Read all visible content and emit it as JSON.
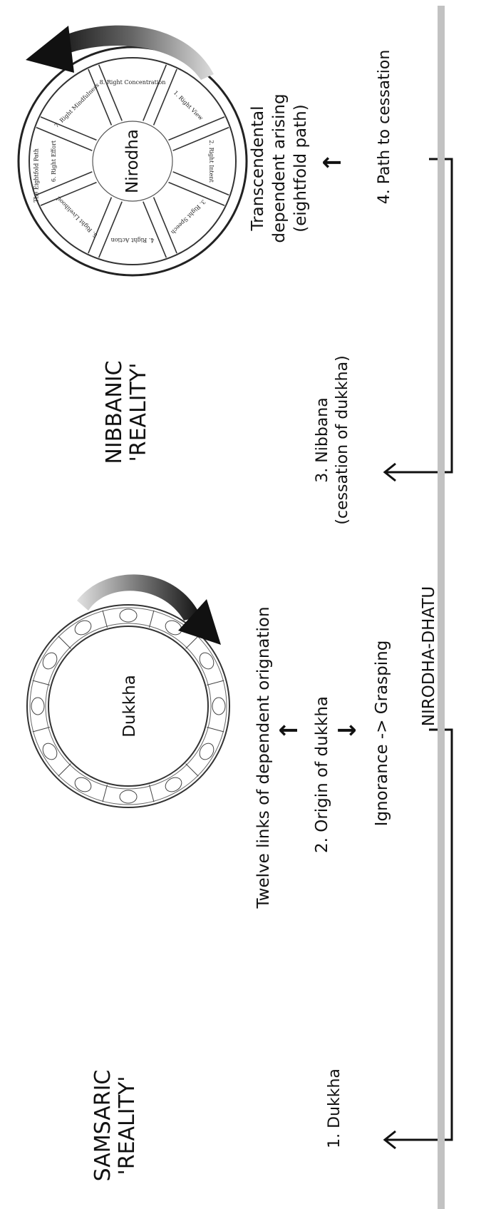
{
  "samsara": {
    "title_line1": "SAMSARIC",
    "title_line2": "'REALITY'",
    "wheel_label": "Dukkha",
    "twelve_links": "Twelve links of dependent orignation",
    "origin": "2. Origin of dukkha",
    "grasping": "Ignorance -> Grasping",
    "dukkha_item": "1. Dukkha"
  },
  "nibbana": {
    "title_line1": "NIBBANIC",
    "title_line2": "'REALITY'",
    "wheel_label": "Nirodha",
    "item3_line1": "3. Nibbana",
    "item3_line2": "(cessation of dukkha)",
    "transcendental_line1": "Transcendental",
    "transcendental_line2": "dependent arising",
    "transcendental_line3": "(eightfold path)",
    "path_item": "4. Path to cessation",
    "eightfold_title": "The Eightfold Path",
    "spokes": [
      "1. Right View",
      "2. Right Intent",
      "3. Right Speech",
      "4. Right Action",
      "5. Right Livelihood",
      "6. Right Effort",
      "7. Right Mindfulness",
      "8. Right Concentration"
    ]
  },
  "dhatu_label": "NIRODHA-DHATU",
  "arrow_up": "↑",
  "arrow_down": "↓",
  "colors": {
    "divider": "#c2c2c2",
    "ink": "#111111",
    "arc_dark": "#1a1a1a",
    "arc_light": "#d4d4d4"
  }
}
